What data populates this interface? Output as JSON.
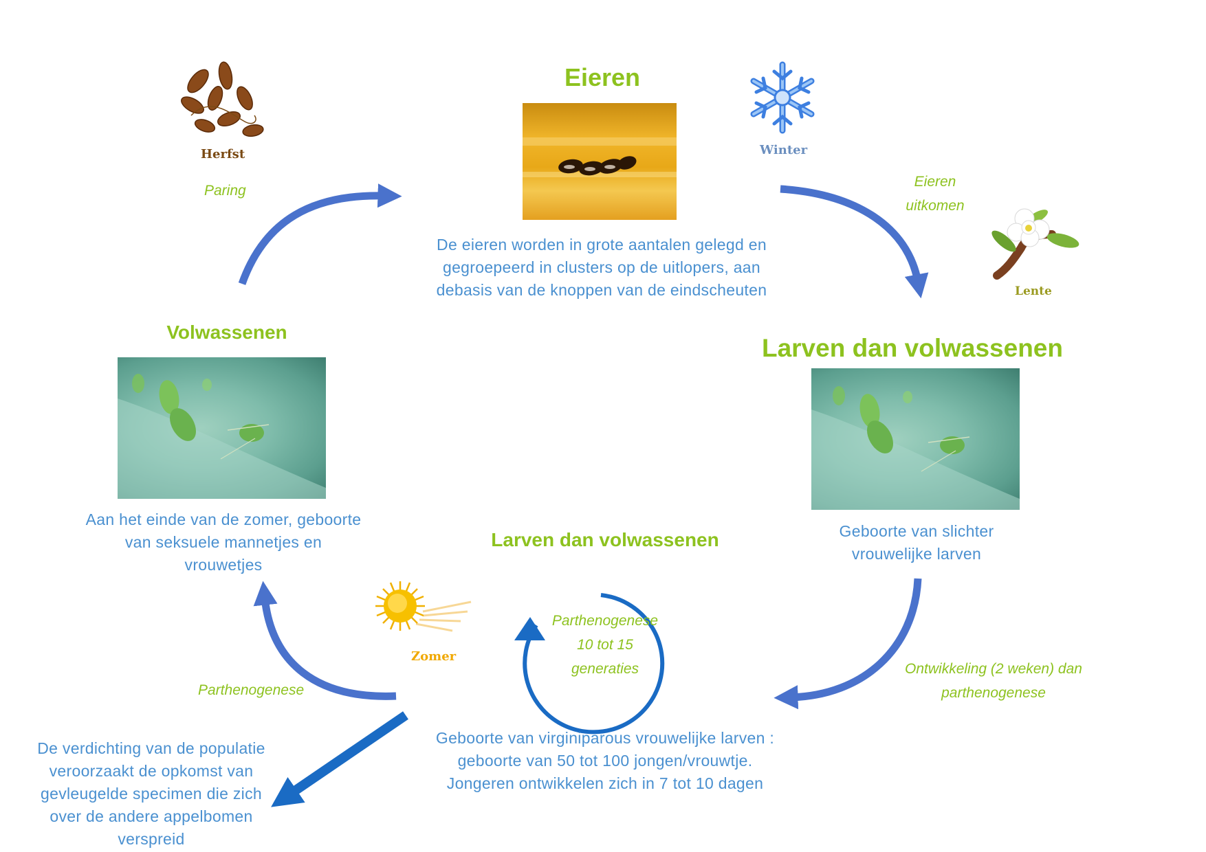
{
  "colors": {
    "title_green": "#8dc21f",
    "text_blue": "#4a90d0",
    "arrow_blue": "#4a72cc",
    "cycle_blue": "#1a6bc4",
    "herfst": "#7a4a14",
    "winter": "#6b8fbf",
    "lente": "#9a9a20",
    "zomer": "#f0a800"
  },
  "icons": [
    "leaves-icon",
    "snowflake-icon",
    "blossom-icon",
    "sun-icon"
  ],
  "seasons": {
    "herfst": "Herfst",
    "winter": "Winter",
    "lente": "Lente",
    "zomer": "Zomer"
  },
  "stages": {
    "eggs": {
      "title": "Eieren",
      "desc": [
        "De eieren worden in grote aantalen gelegd en",
        "gegroepeerd in clusters op de uitlopers, aan",
        "debasis van de knoppen van de eindscheuten"
      ]
    },
    "larvae_spring": {
      "title": "Larven dan volwassenen",
      "desc": [
        "Geboorte van slichter",
        "vrouwelijke larven"
      ]
    },
    "larvae_summer": {
      "title": "Larven dan volwassenen",
      "desc": [
        "Geboorte van virginiparous vrouwelijke larven :",
        "geboorte van 50 tot 100 jongen/vrouwtje.",
        "Jongeren ontwikkelen zich in 7 tot 10 dagen"
      ]
    },
    "adults": {
      "title": "Volwassenen",
      "desc": [
        "Aan het einde van de zomer, geboorte",
        "van seksuele mannetjes en",
        "vrouwetjes"
      ]
    }
  },
  "transitions": {
    "paring": "Paring",
    "hatch": [
      "Eieren",
      "uitkomen"
    ],
    "development": [
      "Ontwikkeling (2 weken) dan",
      "parthenogenese"
    ],
    "parthenogenese": "Parthenogenese",
    "cycle": [
      "Parthenogenese",
      "10 tot 15",
      "generaties"
    ]
  },
  "dispersal": [
    "De verdichting van de populatie",
    "veroorzaakt de opkomst van",
    "gevleugelde specimen die zich",
    "over de andere appelbomen",
    "verspreid"
  ]
}
